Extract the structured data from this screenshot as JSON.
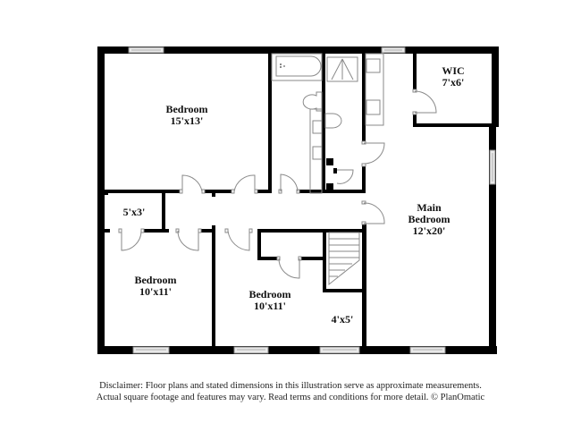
{
  "rooms": [
    {
      "id": "bedroom-1",
      "name": "Bedroom",
      "size": "15'x13'"
    },
    {
      "id": "wic",
      "name": "WIC",
      "size": "7'x6'"
    },
    {
      "id": "closet-small",
      "name": "",
      "size": "5'x3'"
    },
    {
      "id": "main-bedroom",
      "name_line1": "Main",
      "name_line2": "Bedroom",
      "size": "12'x20'"
    },
    {
      "id": "bedroom-2",
      "name": "Bedroom",
      "size": "10'x11'"
    },
    {
      "id": "bedroom-3",
      "name": "Bedroom",
      "size": "10'x11'"
    },
    {
      "id": "landing",
      "name": "",
      "size": "4'x5'"
    }
  ],
  "disclaimer": {
    "line1": "Disclaimer: Floor plans and stated dimensions in this illustration serve as approximate measurements.",
    "line2": "Actual square footage and features may vary. Read terms and conditions for more detail. © PlanOmatic"
  }
}
